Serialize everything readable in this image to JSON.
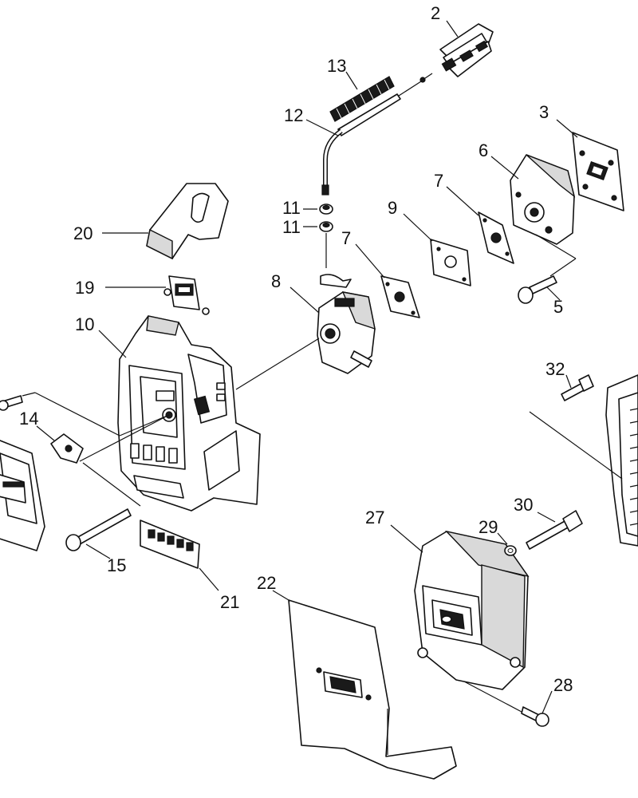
{
  "callouts": [
    {
      "id": "c2",
      "label": "2"
    },
    {
      "id": "c3",
      "label": "3"
    },
    {
      "id": "c5",
      "label": "5"
    },
    {
      "id": "c6",
      "label": "6"
    },
    {
      "id": "c7a",
      "label": "7"
    },
    {
      "id": "c7b",
      "label": "7"
    },
    {
      "id": "c8",
      "label": "8"
    },
    {
      "id": "c9",
      "label": "9"
    },
    {
      "id": "c10",
      "label": "10"
    },
    {
      "id": "c11a",
      "label": "11"
    },
    {
      "id": "c11b",
      "label": "11"
    },
    {
      "id": "c12",
      "label": "12"
    },
    {
      "id": "c13",
      "label": "13"
    },
    {
      "id": "c14",
      "label": "14"
    },
    {
      "id": "c15",
      "label": "15"
    },
    {
      "id": "c19",
      "label": "19"
    },
    {
      "id": "c20",
      "label": "20"
    },
    {
      "id": "c21",
      "label": "21"
    },
    {
      "id": "c22",
      "label": "22"
    },
    {
      "id": "c27",
      "label": "27"
    },
    {
      "id": "c28",
      "label": "28"
    },
    {
      "id": "c29",
      "label": "29"
    },
    {
      "id": "c30",
      "label": "30"
    },
    {
      "id": "c32",
      "label": "32"
    }
  ]
}
